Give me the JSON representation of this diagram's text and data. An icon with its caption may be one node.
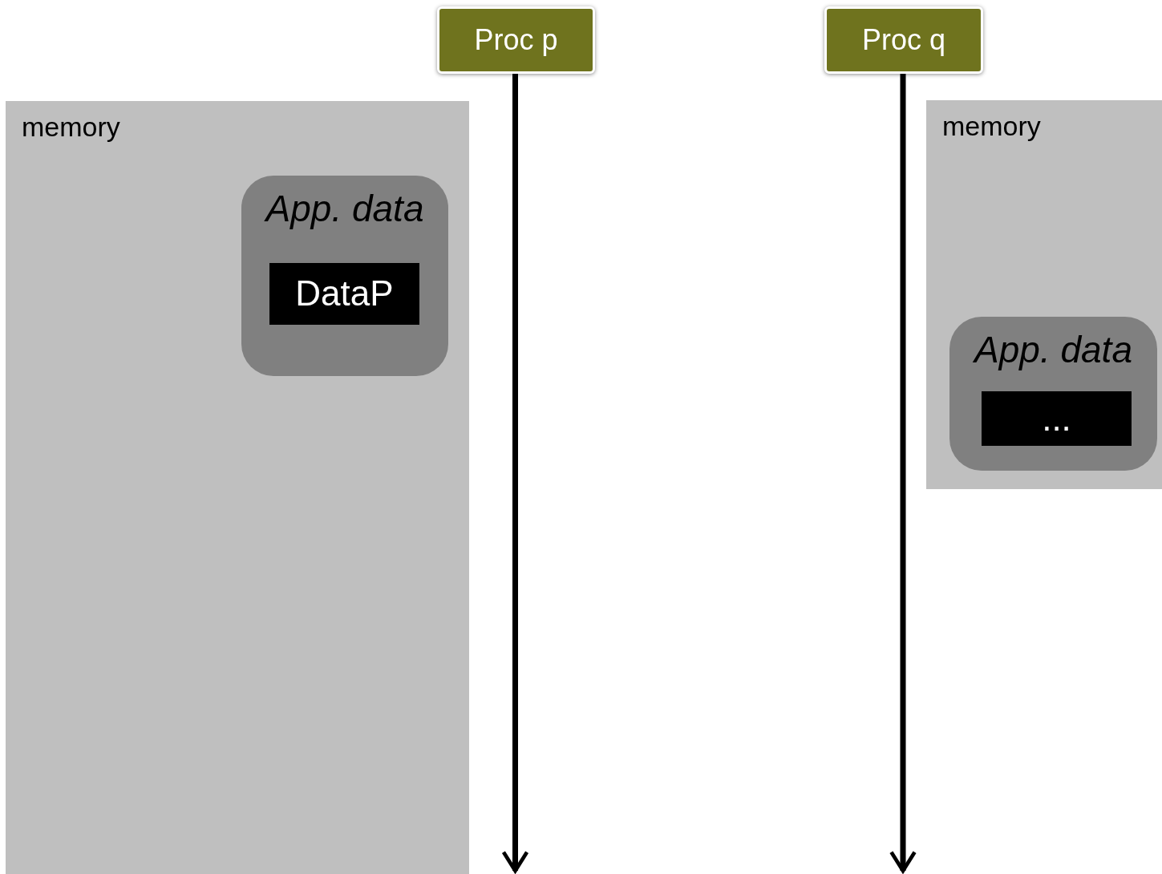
{
  "diagram": {
    "nodes": [
      {
        "text": [
          "Proc p"
        ]
      },
      {
        "text": [
          "Proc q"
        ]
      },
      {
        "text": [
          "memory"
        ]
      },
      {
        "text": [
          "App. data"
        ],
        "in": 2
      },
      {
        "text": [
          "DataP"
        ],
        "in": 3
      },
      {
        "text": [
          "memory"
        ]
      },
      {
        "text": [
          "App. data"
        ],
        "in": 5
      },
      {
        "text": [
          "..."
        ],
        "in": 6
      }
    ],
    "edges": [
      {
        "from": 0,
        "to": null,
        "arrow": "to"
      },
      {
        "from": 1,
        "to": null,
        "arrow": "to"
      }
    ]
  }
}
